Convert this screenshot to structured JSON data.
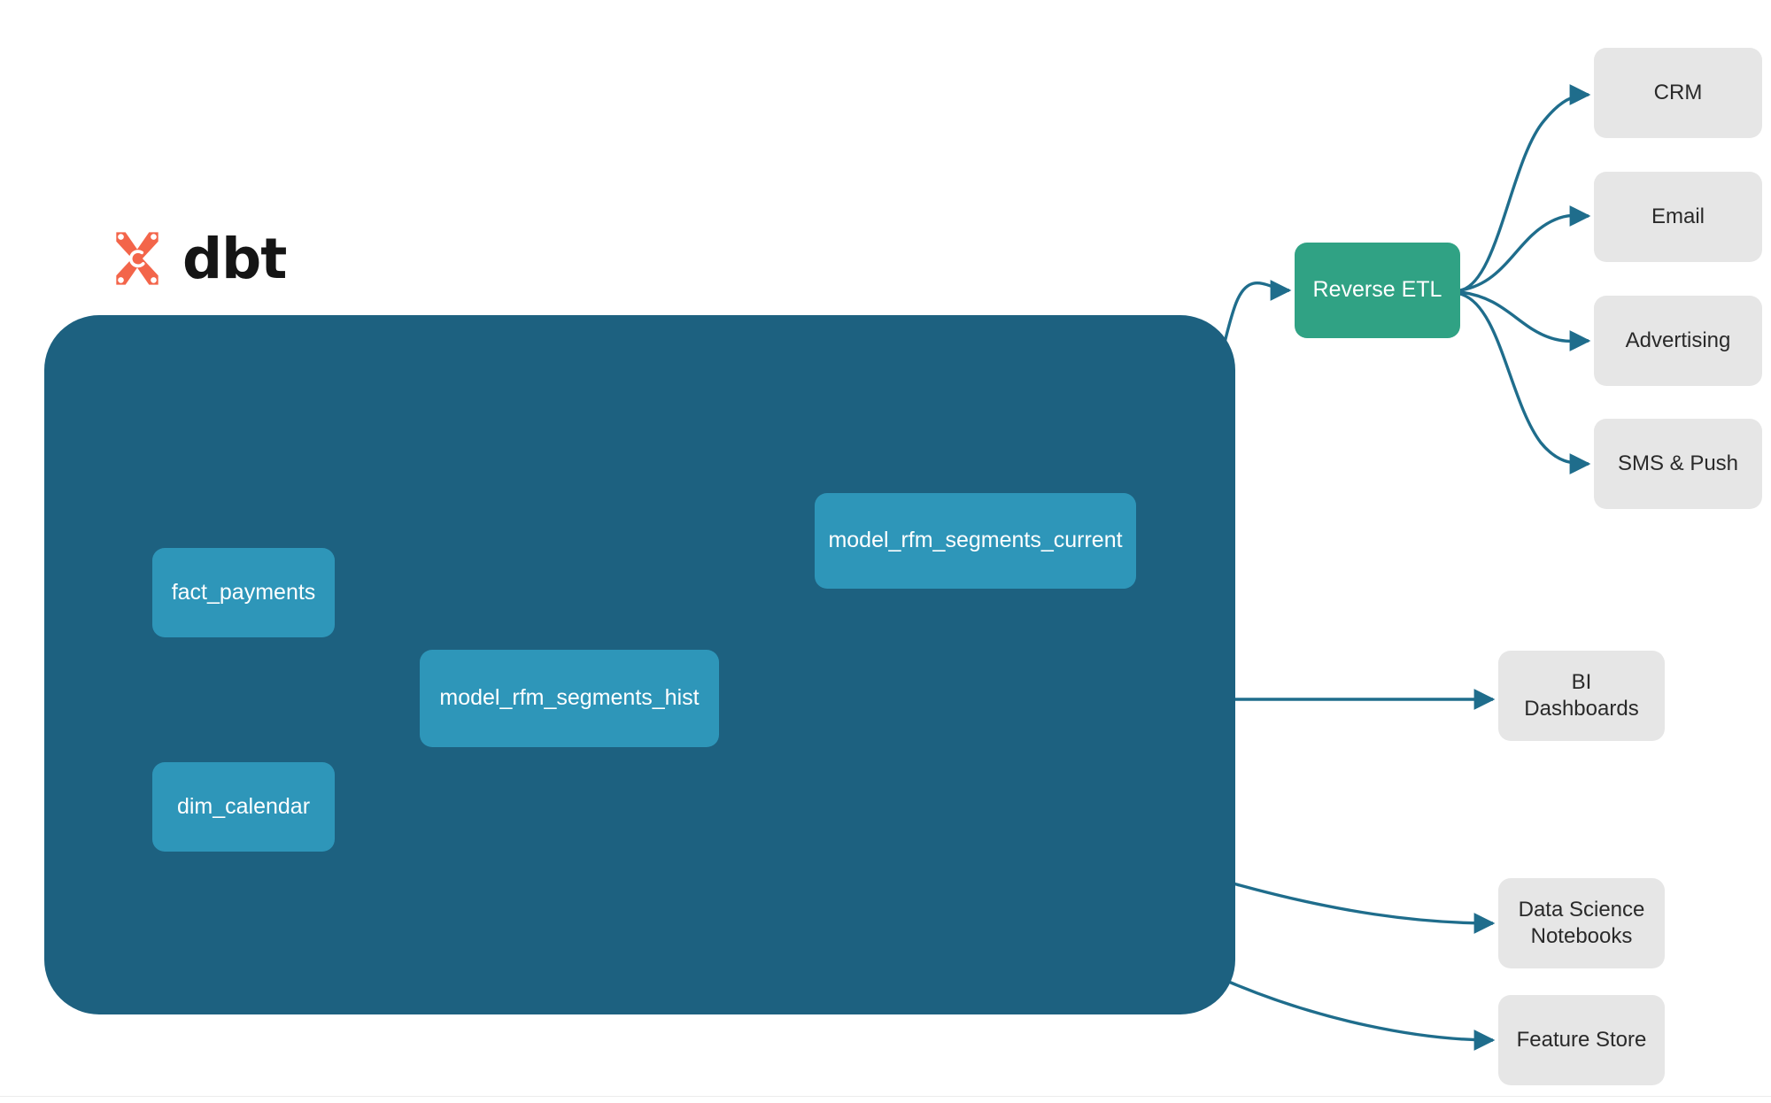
{
  "brand": {
    "logo_icon": "dbt-logo-icon",
    "wordmark": "dbt",
    "logo_color": "#f3654a",
    "wordmark_color": "#151515"
  },
  "colors": {
    "page_background": "#ffffff",
    "project_container": "#1d6180",
    "model_node": "#2e96b9",
    "service_node": "#30a284",
    "destination_node": "#e6e6e6",
    "edge_outer": "#1f6d8c",
    "edge_inner": "#2e96b9",
    "model_label": "#ffffff",
    "destination_label": "#2a2a2a"
  },
  "project": {
    "name": "dbt",
    "models": [
      {
        "id": "fact_payments",
        "label": "fact_payments"
      },
      {
        "id": "dim_calendar",
        "label": "dim_calendar"
      },
      {
        "id": "model_rfm_segments_hist",
        "label": "model_rfm_segments_hist"
      },
      {
        "id": "model_rfm_segments_current",
        "label": "model_rfm_segments_current"
      }
    ]
  },
  "services": [
    {
      "id": "reverse_etl",
      "label": "Reverse ETL"
    }
  ],
  "destinations": {
    "activation": [
      {
        "id": "crm",
        "label": "CRM"
      },
      {
        "id": "email",
        "label": "Email"
      },
      {
        "id": "advertising",
        "label": "Advertising"
      },
      {
        "id": "sms_push",
        "label": "SMS & Push"
      }
    ],
    "analytics": [
      {
        "id": "bi_dashboards",
        "label": "BI Dashboards",
        "line1": "BI Dashboards",
        "line2": ""
      },
      {
        "id": "ds_notebooks",
        "label": "Data Science Notebooks",
        "line1": "Data Science",
        "line2": "Notebooks"
      },
      {
        "id": "feature_store",
        "label": "Feature Store",
        "line1": "Feature Store",
        "line2": ""
      }
    ]
  },
  "edges": [
    {
      "from": "fact_payments",
      "to": "model_rfm_segments_hist",
      "style": "inner"
    },
    {
      "from": "dim_calendar",
      "to": "model_rfm_segments_hist",
      "style": "inner"
    },
    {
      "from": "model_rfm_segments_hist",
      "to": "model_rfm_segments_current",
      "style": "inner"
    },
    {
      "from": "model_rfm_segments_current",
      "to": "reverse_etl",
      "style": "outer"
    },
    {
      "from": "model_rfm_segments_hist",
      "to": "bi_dashboards",
      "style": "outer"
    },
    {
      "from": "model_rfm_segments_hist",
      "to": "ds_notebooks",
      "style": "outer"
    },
    {
      "from": "model_rfm_segments_hist",
      "to": "feature_store",
      "style": "outer"
    },
    {
      "from": "reverse_etl",
      "to": "crm",
      "style": "outer"
    },
    {
      "from": "reverse_etl",
      "to": "email",
      "style": "outer"
    },
    {
      "from": "reverse_etl",
      "to": "advertising",
      "style": "outer"
    },
    {
      "from": "reverse_etl",
      "to": "sms_push",
      "style": "outer"
    }
  ]
}
